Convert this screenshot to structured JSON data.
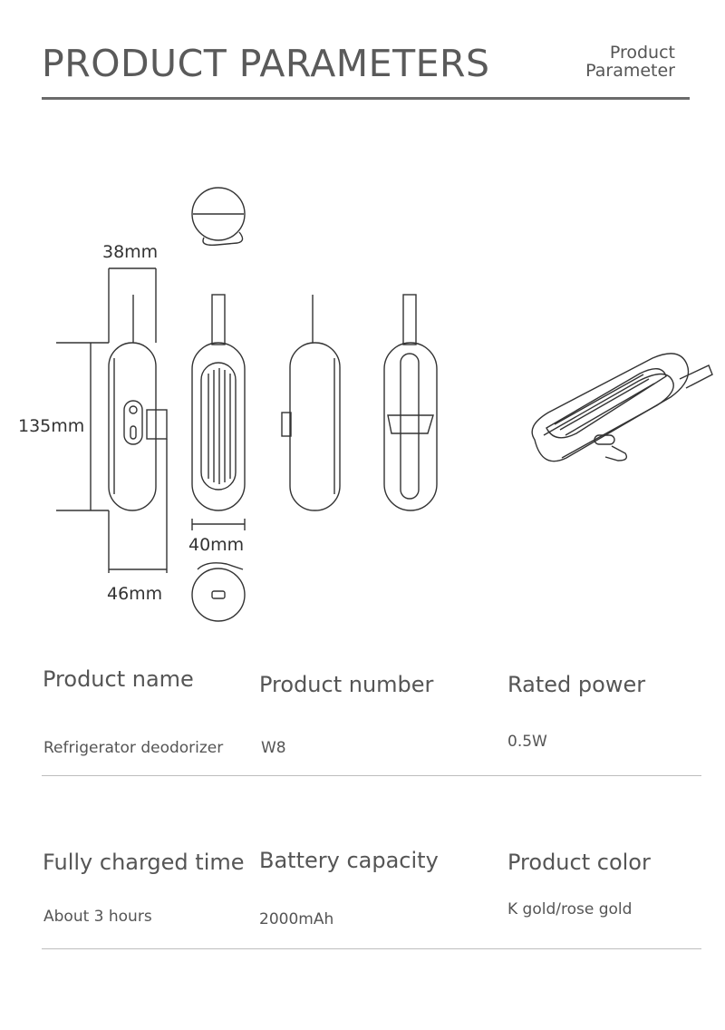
{
  "header": {
    "title": "PRODUCT PARAMETERS",
    "subtitle_line1": "Product",
    "subtitle_line2": "Parameter"
  },
  "dimensions": {
    "width_top": "38mm",
    "height": "135mm",
    "width_front": "40mm",
    "depth": "46mm"
  },
  "specs": {
    "row1": [
      {
        "label": "Product name",
        "value": "Refrigerator deodorizer"
      },
      {
        "label": "Product number",
        "value": "W8"
      },
      {
        "label": "Rated power",
        "value": "0.5W"
      }
    ],
    "row2": [
      {
        "label": "Fully charged time",
        "value": "About 3 hours"
      },
      {
        "label": "Battery capacity",
        "value": "2000mAh"
      },
      {
        "label": "Product color",
        "value": "K gold/rose gold"
      }
    ]
  }
}
